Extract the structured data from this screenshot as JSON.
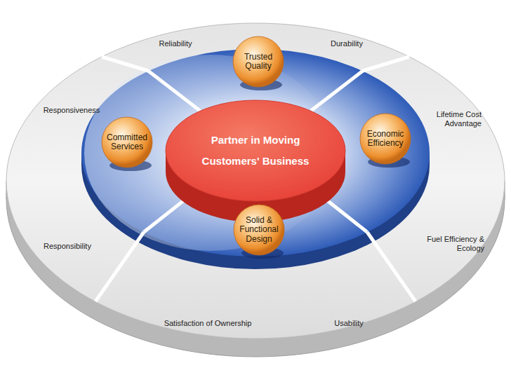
{
  "diagram": {
    "nodes": [
      {
        "text": [
          "Reliability",
          "Durability"
        ]
      },
      {
        "text": [
          "Responsiveness",
          "Responsibility"
        ]
      },
      {
        "text": [
          "Lifetime Cost Advantage",
          "Fuel Efficiency & Ecology"
        ]
      },
      {
        "text": [
          "Satisfaction of Ownership",
          "Usability"
        ]
      },
      {
        "text": [
          "Trusted Quality"
        ]
      },
      {
        "text": [
          "Committed Services"
        ]
      },
      {
        "text": [
          "Partner in Moving Customers' Business"
        ]
      },
      {
        "text": [
          "Economic Efficiency"
        ]
      },
      {
        "text": [
          "Solid & Functional Design"
        ]
      }
    ]
  }
}
